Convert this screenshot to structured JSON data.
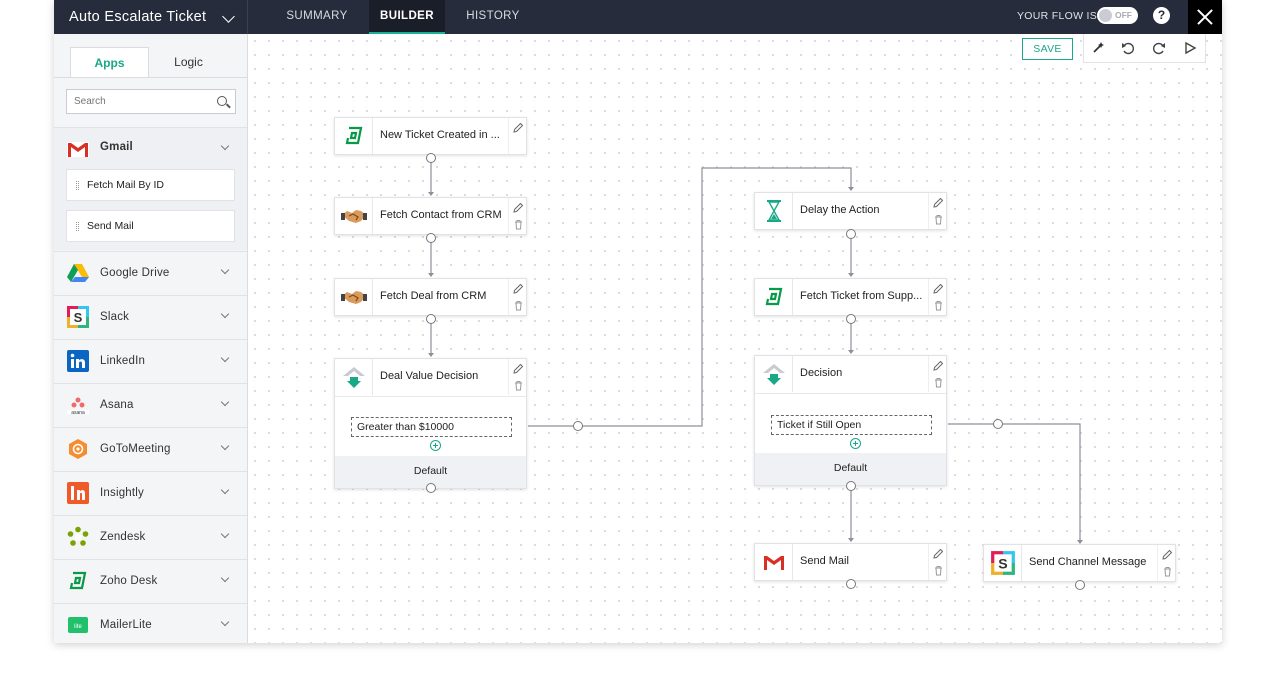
{
  "header": {
    "flow_name": "Auto Escalate Ticket",
    "tabs": [
      {
        "label": "SUMMARY"
      },
      {
        "label": "BUILDER"
      },
      {
        "label": "HISTORY"
      }
    ],
    "flow_status_label": "YOUR FLOW IS",
    "toggle_text": "OFF",
    "help_label": "?"
  },
  "sidebar": {
    "tabs": [
      {
        "label": "Apps"
      },
      {
        "label": "Logic"
      }
    ],
    "search_placeholder": "Search",
    "apps": [
      {
        "label": "Gmail",
        "icon": "gmail-icon",
        "expanded": true,
        "actions": [
          {
            "label": "Fetch Mail By ID"
          },
          {
            "label": "Send Mail"
          }
        ]
      },
      {
        "label": "Google Drive",
        "icon": "google-drive-icon"
      },
      {
        "label": "Slack",
        "icon": "slack-icon"
      },
      {
        "label": "LinkedIn",
        "icon": "linkedin-icon"
      },
      {
        "label": "Asana",
        "icon": "asana-icon"
      },
      {
        "label": "GoToMeeting",
        "icon": "gotomeeting-icon"
      },
      {
        "label": "Insightly",
        "icon": "insightly-icon"
      },
      {
        "label": "Zendesk",
        "icon": "zendesk-icon"
      },
      {
        "label": "Zoho Desk",
        "icon": "zoho-desk-icon"
      },
      {
        "label": "MailerLite",
        "icon": "mailerlite-icon"
      }
    ]
  },
  "canvas": {
    "save_label": "SAVE",
    "toolbar_icons": [
      "magic-wand-icon",
      "undo-icon",
      "redo-icon",
      "play-icon"
    ],
    "nodes": [
      {
        "id": "n1",
        "title": "New Ticket Created in ...",
        "icon": "zoho-desk-icon"
      },
      {
        "id": "n2",
        "title": "Fetch Contact from CRM",
        "icon": "crm-handshake-icon"
      },
      {
        "id": "n3",
        "title": "Fetch Deal from CRM",
        "icon": "crm-handshake-icon"
      },
      {
        "id": "n4",
        "title": "Deal Value Decision",
        "icon": "decision-icon",
        "condition": "Greater than $10000",
        "default_label": "Default"
      },
      {
        "id": "n5",
        "title": "Delay the Action",
        "icon": "hourglass-icon"
      },
      {
        "id": "n6",
        "title": "Fetch Ticket from Supp...",
        "icon": "zoho-desk-icon"
      },
      {
        "id": "n7",
        "title": "Decision",
        "icon": "decision-icon",
        "condition": "Ticket if Still Open",
        "default_label": "Default"
      },
      {
        "id": "n8",
        "title": "Send Mail",
        "icon": "gmail-icon"
      },
      {
        "id": "n9",
        "title": "Send Channel Message",
        "icon": "slack-icon"
      }
    ]
  },
  "colors": {
    "topbar": "#262c3b",
    "accent": "#19a888",
    "canvas_dot": "#d3d6db"
  }
}
